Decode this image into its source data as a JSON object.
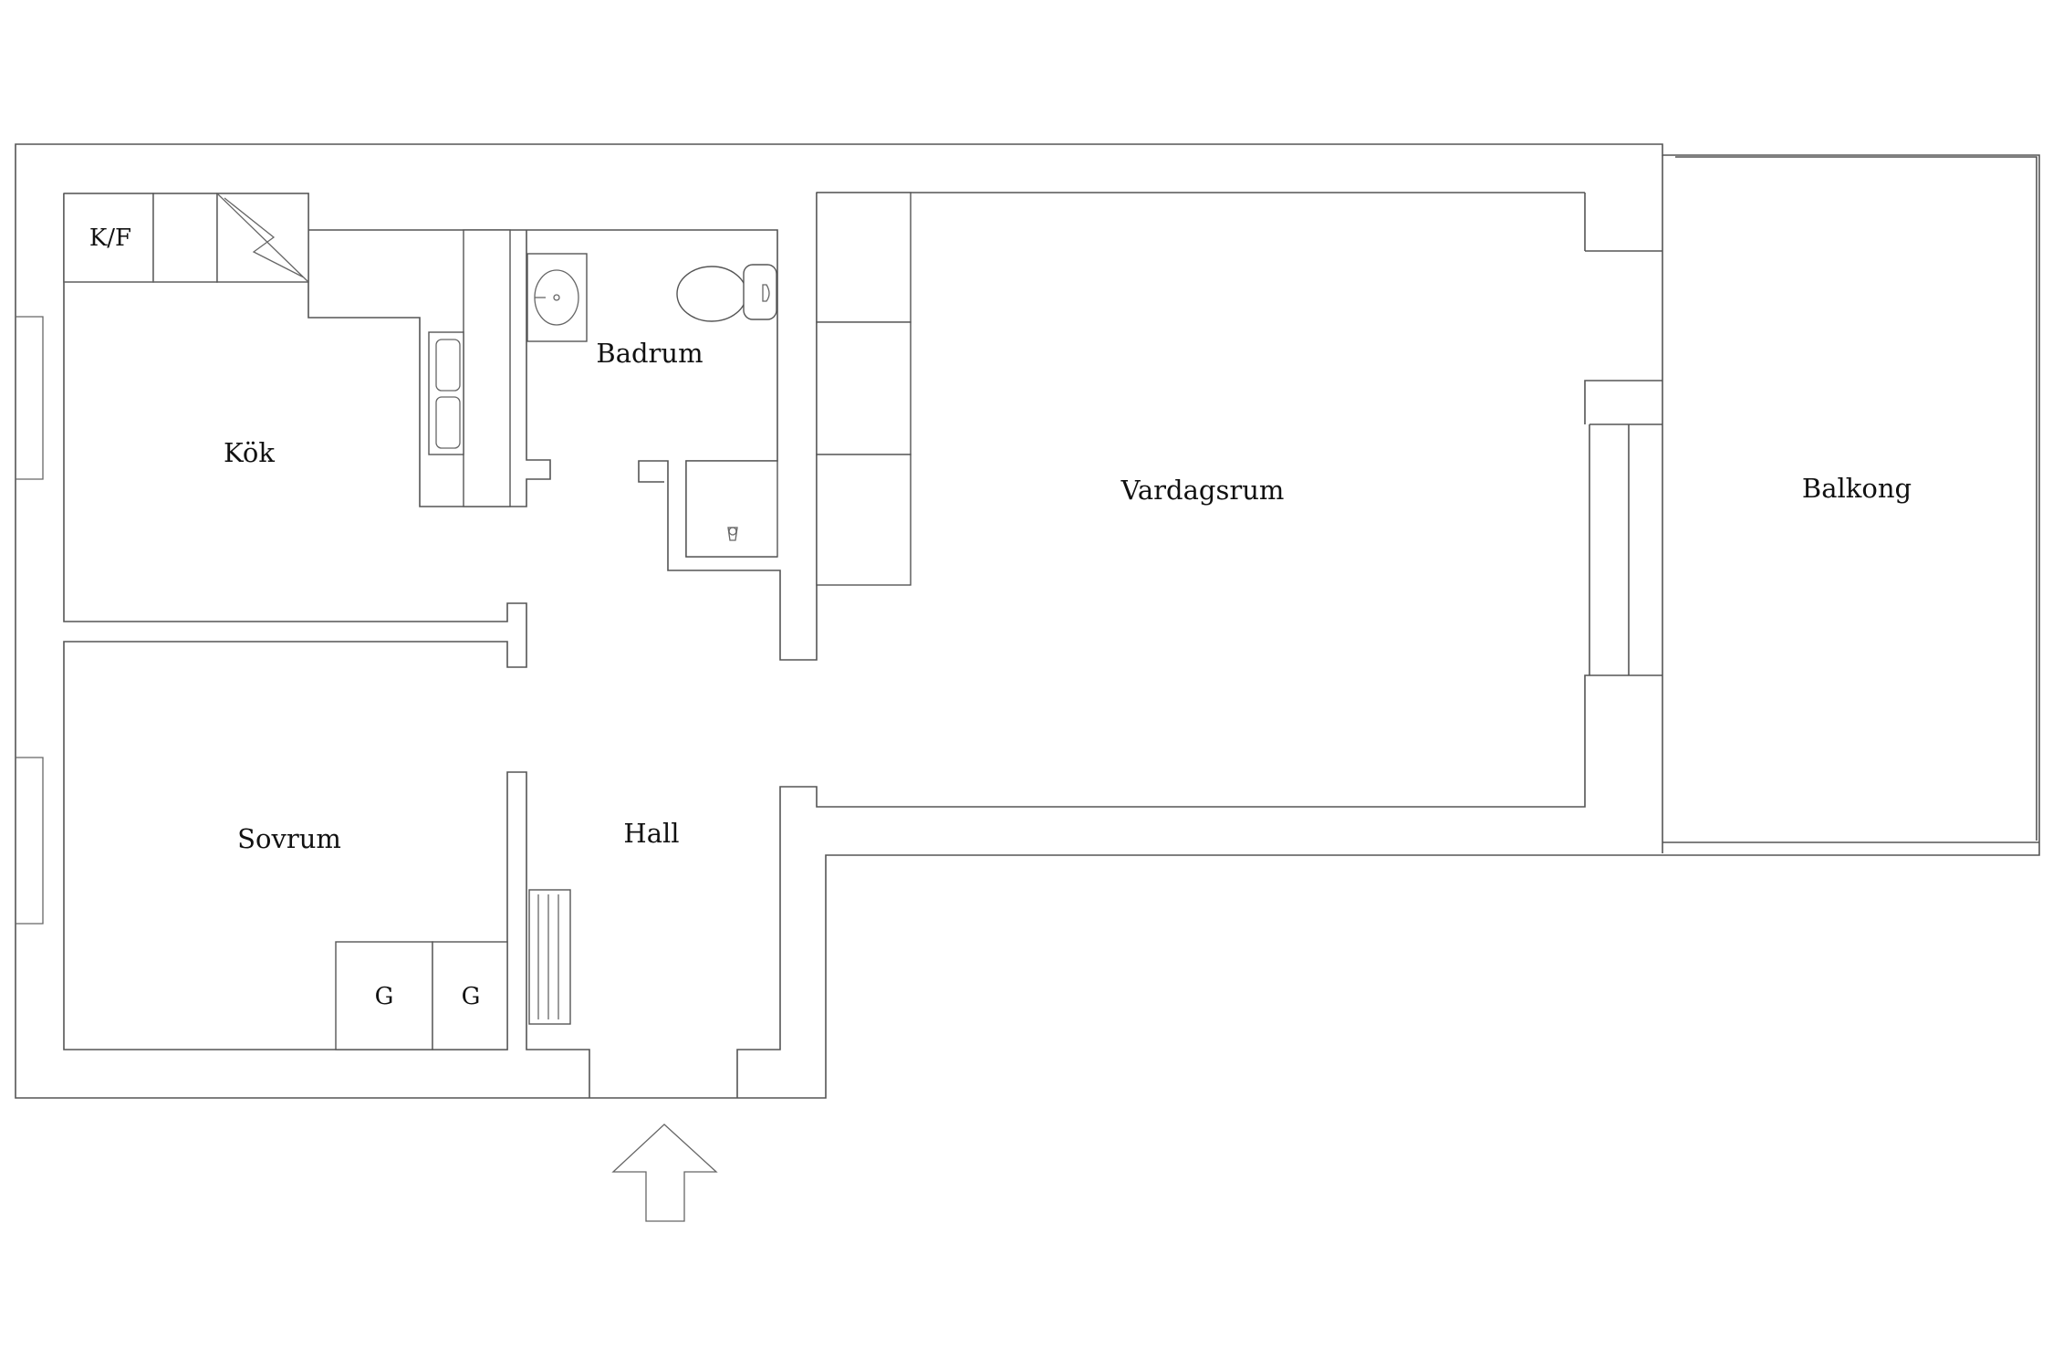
{
  "rooms": {
    "kok": "Kök",
    "badrum": "Badrum",
    "vardagsrum": "Vardagsrum",
    "balkong": "Balkong",
    "sovrum": "Sovrum",
    "hall": "Hall"
  },
  "fixtures": {
    "fridge_freezer": "K/F",
    "wardrobe_1": "G",
    "wardrobe_2": "G"
  },
  "icons": {
    "entrance": "entrance-arrow-icon",
    "stove": "stove-icon",
    "sink": "sink-icon",
    "toilet": "toilet-icon",
    "shower": "shower-icon",
    "radiator": "radiator-icon"
  }
}
